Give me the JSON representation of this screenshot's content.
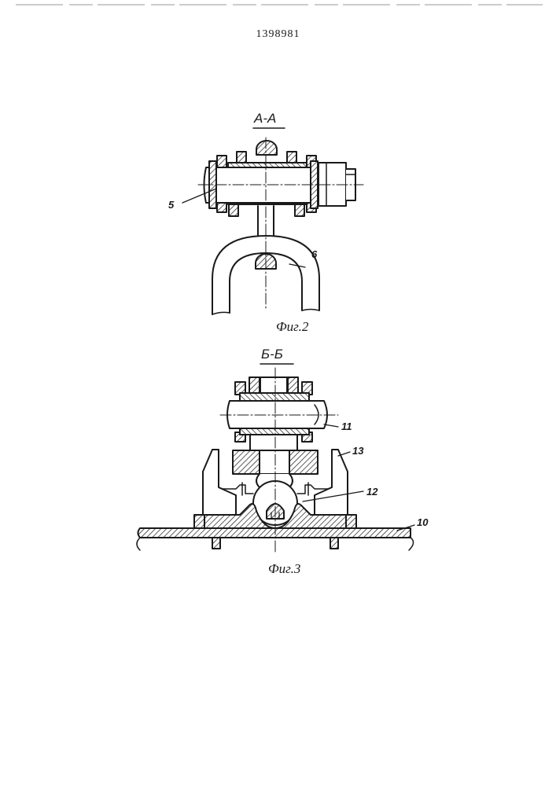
{
  "document": {
    "patent_number": "1398981"
  },
  "figure2": {
    "section_label": "А-А",
    "caption": "Фиг.2",
    "labels": {
      "shaft": "5",
      "fork": "6"
    }
  },
  "figure3": {
    "section_label": "Б-Б",
    "caption": "Фиг.3",
    "labels": {
      "shaft": "11",
      "ball_support": "12",
      "bracket": "13",
      "base_plate": "10"
    }
  },
  "colors": {
    "ink": "#1a1a1a",
    "paper": "#ffffff"
  }
}
